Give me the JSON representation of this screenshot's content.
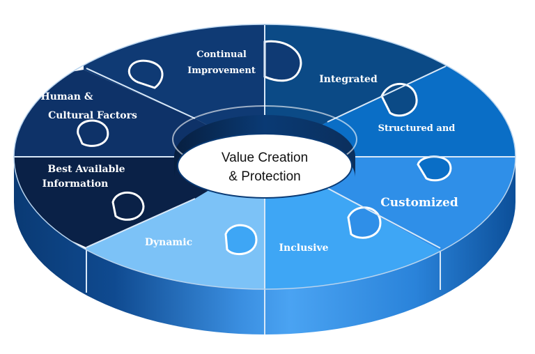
{
  "diagram": {
    "center": {
      "line1": "Value Creation",
      "line2": "& Protection"
    },
    "segments": [
      {
        "id": "integrated",
        "lines": [
          "Integrated"
        ]
      },
      {
        "id": "structured",
        "lines": [
          "Structured and"
        ]
      },
      {
        "id": "customized",
        "lines": [
          "Customized"
        ]
      },
      {
        "id": "inclusive",
        "lines": [
          "Inclusive"
        ]
      },
      {
        "id": "dynamic",
        "lines": [
          "Dynamic"
        ]
      },
      {
        "id": "best-info",
        "lines": [
          "Best Available",
          "Information"
        ]
      },
      {
        "id": "human",
        "lines": [
          "Human &",
          "Cultural Factors"
        ]
      },
      {
        "id": "continual",
        "lines": [
          "Continual",
          "Improvement"
        ]
      }
    ],
    "colors": {
      "integrated": "#0b4a86",
      "structured": "#0a6ec6",
      "customized": "#2f8fe8",
      "inclusive": "#3ea6f5",
      "dynamic": "#7cc2f7",
      "best_info": "#0a2147",
      "human": "#0e3268",
      "continual": "#0f3a74",
      "side_dark": "#0a3a74",
      "side_mid": "#1c63b3",
      "side_light": "#5aa9ec",
      "inner_wall": "#082a55",
      "center_fill": "#ffffff"
    }
  }
}
